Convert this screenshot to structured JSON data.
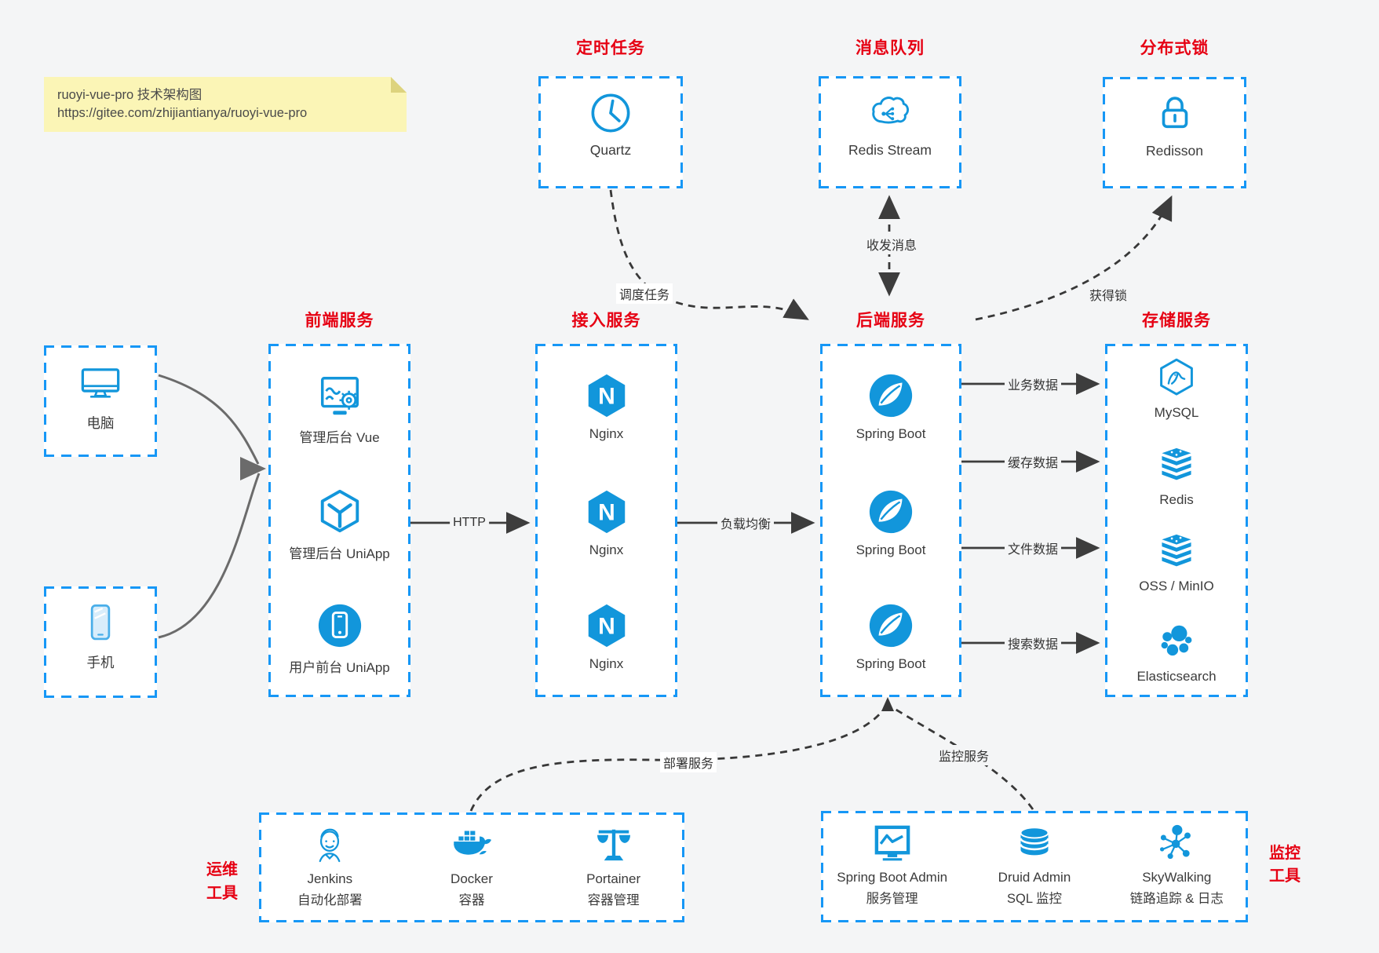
{
  "canvas": {
    "background": "#f4f5f6",
    "box_fill": "#ffffff",
    "border_blue": "#1697f6",
    "icon_blue": "#1296db",
    "title_red": "#e60013",
    "text_dark": "#3b3b3b",
    "arrow_dark": "#3d3d3d",
    "arrow_gray": "#6b6b6b",
    "note_bg": "#fbf5b6"
  },
  "note": {
    "line1": "ruoyi-vue-pro 技术架构图",
    "line2": "https://gitee.com/zhijiantianya/ruoyi-vue-pro"
  },
  "top_groups": [
    {
      "title": "定时任务",
      "item": {
        "icon": "clock-icon",
        "label": "Quartz"
      }
    },
    {
      "title": "消息队列",
      "item": {
        "icon": "cloud-stream-icon",
        "label": "Redis Stream"
      }
    },
    {
      "title": "分布式锁",
      "item": {
        "icon": "lock-icon",
        "label": "Redisson"
      }
    }
  ],
  "clients": [
    {
      "icon": "computer-icon",
      "label": "电脑"
    },
    {
      "icon": "phone-icon",
      "label": "手机"
    }
  ],
  "columns": [
    {
      "title": "前端服务",
      "items": [
        {
          "icon": "admin-vue-icon",
          "label": "管理后台 Vue"
        },
        {
          "icon": "uniapp-cube-icon",
          "label": "管理后台 UniApp"
        },
        {
          "icon": "user-app-icon",
          "label": "用户前台 UniApp"
        }
      ]
    },
    {
      "title": "接入服务",
      "items": [
        {
          "icon": "nginx-icon",
          "label": "Nginx"
        },
        {
          "icon": "nginx-icon",
          "label": "Nginx"
        },
        {
          "icon": "nginx-icon",
          "label": "Nginx"
        }
      ]
    },
    {
      "title": "后端服务",
      "items": [
        {
          "icon": "spring-boot-icon",
          "label": "Spring Boot"
        },
        {
          "icon": "spring-boot-icon",
          "label": "Spring Boot"
        },
        {
          "icon": "spring-boot-icon",
          "label": "Spring Boot"
        }
      ]
    },
    {
      "title": "存储服务",
      "items": [
        {
          "icon": "mysql-icon",
          "label": "MySQL"
        },
        {
          "icon": "redis-stack-icon",
          "label": "Redis"
        },
        {
          "icon": "storage-stack-icon",
          "label": "OSS / MinIO"
        },
        {
          "icon": "elasticsearch-icon",
          "label": "Elasticsearch"
        }
      ]
    }
  ],
  "bottom_groups": [
    {
      "title": "运维工具",
      "title_lines": [
        "运维",
        "工具"
      ],
      "items": [
        {
          "icon": "jenkins-icon",
          "name": "Jenkins",
          "desc": "自动化部署"
        },
        {
          "icon": "docker-icon",
          "name": "Docker",
          "desc": "容器"
        },
        {
          "icon": "portainer-icon",
          "name": "Portainer",
          "desc": "容器管理"
        }
      ]
    },
    {
      "title": "监控工具",
      "title_lines": [
        "监控",
        "工具"
      ],
      "items": [
        {
          "icon": "monitor-chart-icon",
          "name": "Spring Boot Admin",
          "desc": "服务管理"
        },
        {
          "icon": "database-icon",
          "name": "Druid Admin",
          "desc": "SQL 监控"
        },
        {
          "icon": "skywalking-icon",
          "name": "SkyWalking",
          "desc": "链路追踪 & 日志"
        }
      ]
    }
  ],
  "edges": {
    "http": "HTTP",
    "load_balance": "负载均衡",
    "schedule": "调度任务",
    "messages": "收发消息",
    "acquire_lock": "获得锁",
    "business_data": "业务数据",
    "cache_data": "缓存数据",
    "file_data": "文件数据",
    "search_data": "搜索数据",
    "deploy": "部署服务",
    "monitor": "监控服务"
  }
}
